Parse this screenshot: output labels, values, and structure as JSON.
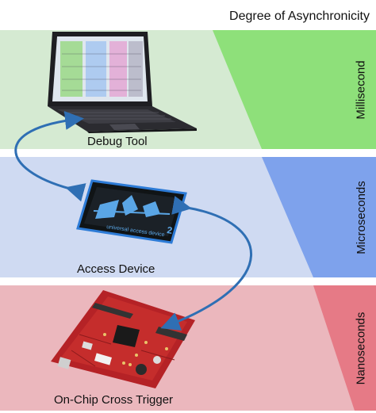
{
  "title": "Degree of Asynchronicity",
  "bands": {
    "millisecond": {
      "label": "Millisecond",
      "color": "#d5ead2",
      "accent": "#8ee07a"
    },
    "microseconds": {
      "label": "Microseconds",
      "color": "#cfdaf2",
      "accent": "#7ea2ec"
    },
    "nanoseconds": {
      "label": "Nanoseconds",
      "color": "#ebb7bd",
      "accent": "#e67a86"
    }
  },
  "devices": {
    "debug_tool": {
      "label": "Debug Tool",
      "icon": "laptop-icon"
    },
    "access_device": {
      "label": "Access Device",
      "icon": "access-device-icon",
      "device_text": "universal access device",
      "device_number": "2"
    },
    "cross_trigger": {
      "label": "On-Chip Cross Trigger",
      "icon": "circuit-board-icon"
    }
  },
  "arrows": {
    "color": "#2f6fb4"
  }
}
